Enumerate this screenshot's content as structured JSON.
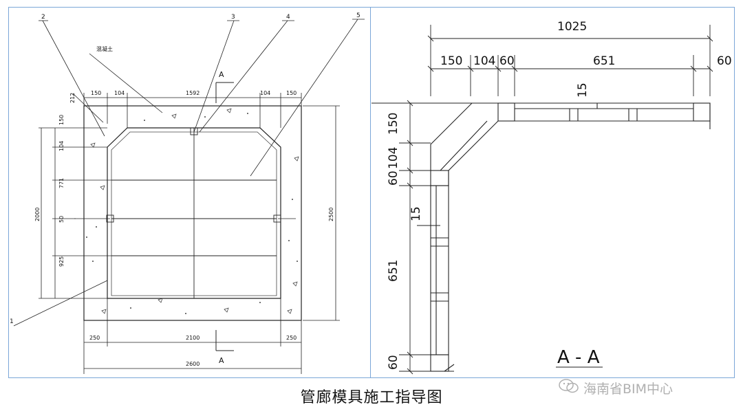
{
  "left_view": {
    "callouts": [
      "2",
      "3",
      "4",
      "5",
      "1"
    ],
    "concrete_label": "混凝土",
    "section_mark": "A",
    "dims_top": [
      "150",
      "104",
      "1592",
      "104",
      "150"
    ],
    "dim_chamfer": "212",
    "dims_left": [
      "150",
      "104",
      "771",
      "50",
      "925"
    ],
    "dim_height_inner": "2000",
    "dim_height_outer": "2500",
    "dims_bottom": [
      "250",
      "2100",
      "250"
    ],
    "dim_total_width": "2600"
  },
  "right_view": {
    "dim_total": "1025",
    "dims_top": [
      "150",
      "104",
      "60",
      "651",
      "60"
    ],
    "dim_mid": "15",
    "dims_left": [
      "150",
      "104",
      "60",
      "15",
      "651",
      "60"
    ],
    "section_title": "A - A"
  },
  "caption": "管廊模具施工指导图",
  "watermark": "海南省BIM中心"
}
